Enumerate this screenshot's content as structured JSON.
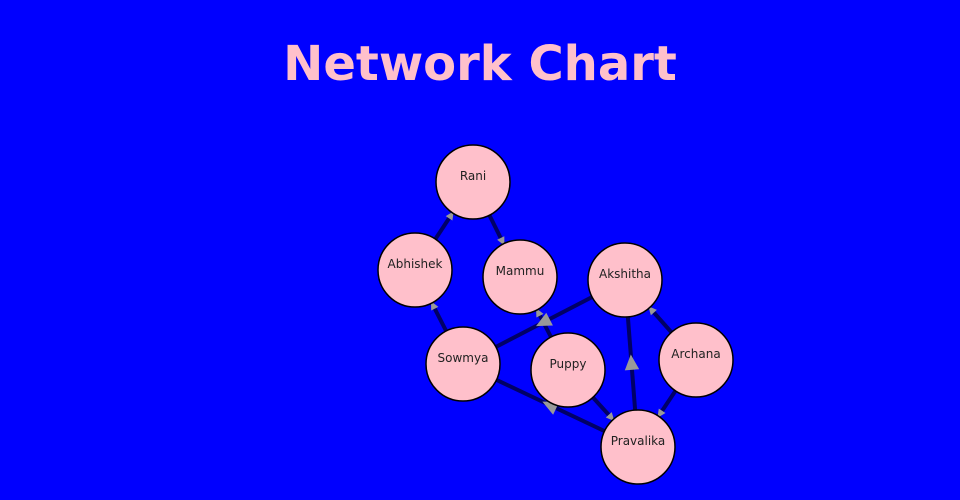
{
  "title": "Network Chart",
  "colors": {
    "background": "#0000ff",
    "node": "#ffc0cb",
    "edge": "#000066",
    "arrow": "#999999",
    "title": "#ffc0cb"
  },
  "nodes": [
    {
      "id": "Rani",
      "label": "Rani"
    },
    {
      "id": "Abhishek",
      "label": "Abhishek"
    },
    {
      "id": "Mammu",
      "label": "Mammu"
    },
    {
      "id": "Akshitha",
      "label": "Akshitha"
    },
    {
      "id": "Sowmya",
      "label": "Sowmya"
    },
    {
      "id": "Puppy",
      "label": "Puppy"
    },
    {
      "id": "Archana",
      "label": "Archana"
    },
    {
      "id": "Pravalika",
      "label": "Pravalika"
    }
  ],
  "edges": [
    {
      "from": "Abhishek",
      "to": "Rani"
    },
    {
      "from": "Rani",
      "to": "Mammu"
    },
    {
      "from": "Sowmya",
      "to": "Abhishek"
    },
    {
      "from": "Puppy",
      "to": "Mammu"
    },
    {
      "from": "Akshitha",
      "to": "Sowmya",
      "arrow": "middle"
    },
    {
      "from": "Pravalika",
      "to": "Sowmya",
      "arrow": "middle"
    },
    {
      "from": "Puppy",
      "to": "Pravalika"
    },
    {
      "from": "Pravalika",
      "to": "Akshitha",
      "arrow": "middle"
    },
    {
      "from": "Archana",
      "to": "Akshitha"
    },
    {
      "from": "Archana",
      "to": "Pravalika"
    }
  ]
}
